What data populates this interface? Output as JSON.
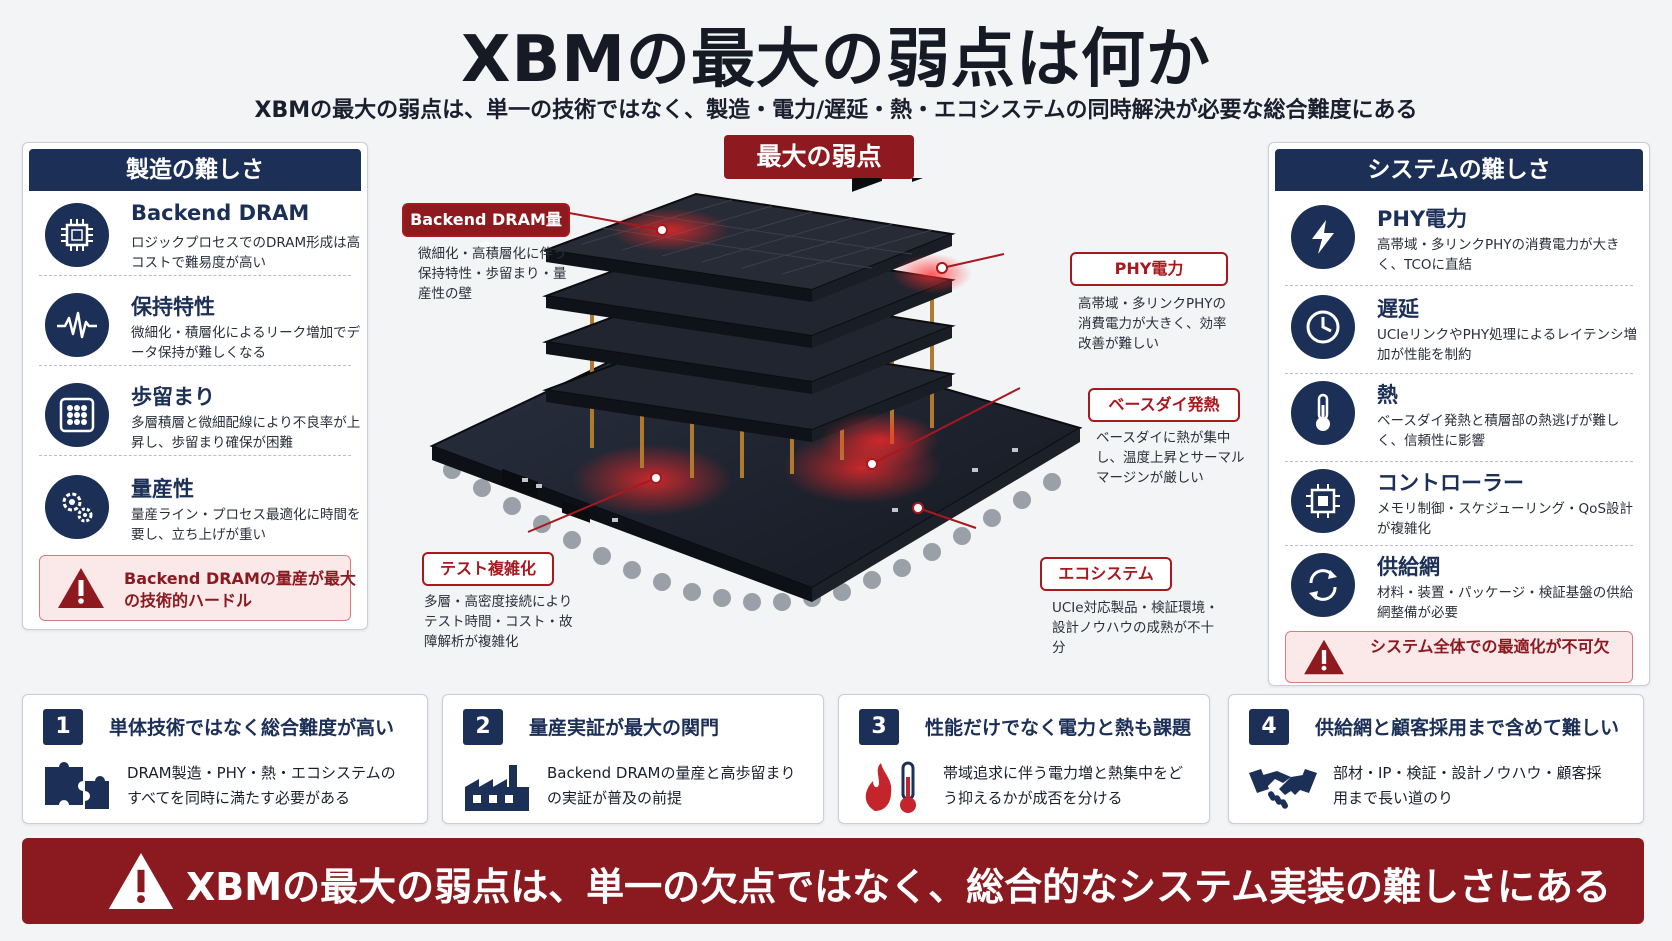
{
  "title": "XBMの最大の弱点は何か",
  "subtitle": "XBMの最大の弱点は、単一の技術ではなく、製造・電力/遅延・熱・エコシステムの同時解決が必要な総合難度にある",
  "left_panel": {
    "header": "製造の難しさ",
    "items": [
      {
        "icon": "chip-icon",
        "title": "Backend DRAM",
        "desc": "ロジックプロセスでのDRAM形成は高コストで難易度が高い"
      },
      {
        "icon": "waveform-icon",
        "title": "保持特性",
        "desc": "微細化・積層化によるリーク増加でデータ保持が難しくなる"
      },
      {
        "icon": "dot-grid-icon",
        "title": "歩留まり",
        "desc": "多層積層と微細配線により不良率が上昇し、歩留まり確保が困難"
      },
      {
        "icon": "gears-icon",
        "title": "量産性",
        "desc": "量産ライン・プロセス最適化に時間を要し、立ち上げが重い"
      }
    ],
    "warning": "Backend DRAMの量産が最大の技術的ハードル"
  },
  "right_panel": {
    "header": "システムの難しさ",
    "items": [
      {
        "icon": "lightning-icon",
        "title": "PHY電力",
        "desc": "高帯域・多リンクPHYの消費電力が大きく、TCOに直結"
      },
      {
        "icon": "clock-icon",
        "title": "遅延",
        "desc": "UCIeリンクやPHY処理によるレイテンシ増加が性能を制約"
      },
      {
        "icon": "thermometer-icon",
        "title": "熱",
        "desc": "ベースダイ発熱と積層部の熱逃げが難しく、信頼性に影響"
      },
      {
        "icon": "controller-chip-icon",
        "title": "コントローラー",
        "desc": "メモリ制御・スケジューリング・QoS設計が複雑化"
      },
      {
        "icon": "cycle-arrows-icon",
        "title": "供給網",
        "desc": "材料・装置・パッケージ・検証基盤の供給網整備が必要"
      }
    ],
    "warning": "システム全体での最適化が不可欠"
  },
  "center": {
    "tag": "最大の弱点",
    "callouts": [
      {
        "label": "Backend DRAM量産",
        "desc": "微細化・高積層化に伴う保持特性・歩留まり・量産性の壁"
      },
      {
        "label": "PHY電力",
        "desc": "高帯域・多リンクPHYの消費電力が大きく、効率改善が難しい"
      },
      {
        "label": "ベースダイ発熱",
        "desc": "ベースダイに熱が集中し、温度上昇とサーマルマージンが厳しい"
      },
      {
        "label": "テスト複雑化",
        "desc": "多層・高密度接続によりテスト時間・コスト・故障解析が複雑化"
      },
      {
        "label": "エコシステム",
        "desc": "UCIe対応製品・検証環境・設計ノウハウの成熟が不十分"
      }
    ]
  },
  "bottom_cards": [
    {
      "num": "1",
      "title": "単体技術ではなく総合難度が高い",
      "desc": "DRAM製造・PHY・熱・エコシステムのすべてを同時に満たす必要がある",
      "icon": "puzzle-icon"
    },
    {
      "num": "2",
      "title": "量産実証が最大の関門",
      "desc": "Backend DRAMの量産と高歩留まりの実証が普及の前提",
      "icon": "factory-icon"
    },
    {
      "num": "3",
      "title": "性能だけでなく電力と熱も課題",
      "desc": "帯域追求に伴う電力増と熱集中をどう抑えるかが成否を分ける",
      "icon": "flame-thermometer-icon"
    },
    {
      "num": "4",
      "title": "供給網と顧客採用まで含めて難しい",
      "desc": "部材・IP・検証・設計ノウハウ・顧客採用まで長い道のり",
      "icon": "handshake-icon"
    }
  ],
  "banner": "XBMの最大の弱点は、単一の欠点ではなく、総合的なシステム実装の難しさにある",
  "colors": {
    "navy": "#1c2f57",
    "red": "#8e1a1f",
    "accent_red": "#a8181f"
  }
}
